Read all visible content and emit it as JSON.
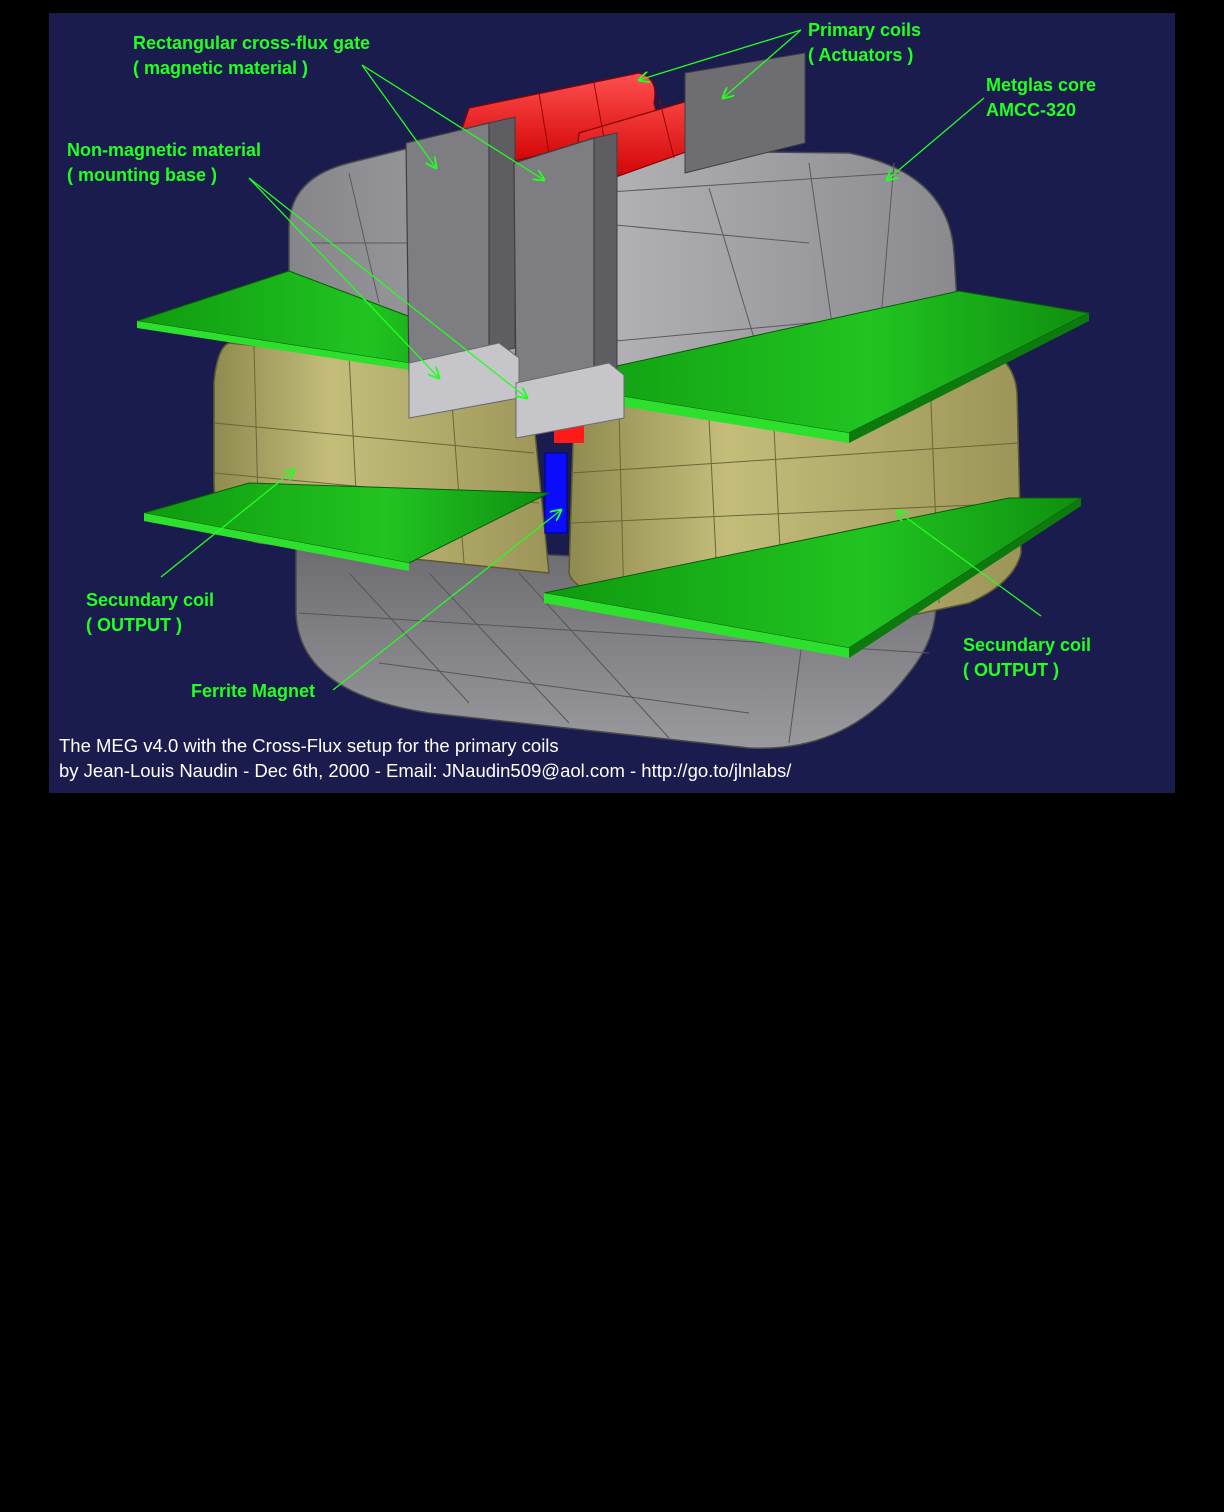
{
  "labels": {
    "rect_gate": [
      "Rectangular cross-flux gate",
      "( magnetic material )"
    ],
    "primary_coils": [
      "Primary coils",
      "( Actuators )"
    ],
    "metglas_core": [
      "Metglas core",
      "AMCC-320"
    ],
    "non_magnetic": [
      "Non-magnetic material",
      "( mounting base )"
    ],
    "secundary_left": [
      "Secundary coil",
      "( OUTPUT )"
    ],
    "secundary_right": [
      "Secundary coil",
      "( OUTPUT )"
    ],
    "ferrite_magnet": "Ferrite Magnet"
  },
  "caption": {
    "line1": "The MEG v4.0 with the Cross-Flux setup for the primary coils",
    "line2": "by Jean-Louis Naudin - Dec 6th, 2000 - Email: JNaudin509@aol.com - http://go.to/jlnlabs/"
  },
  "colors": {
    "panel_background": "#1b1c4e",
    "page_background": "#000000",
    "label_text": "#22ff22",
    "caption_text": "#ffffff",
    "core": "#8e8e92",
    "secondary_coil": "#ada765",
    "primary_coil": "#ff1a1a",
    "ferrite_magnet": "#0b0bff",
    "mounting_plate": "#13a113"
  }
}
